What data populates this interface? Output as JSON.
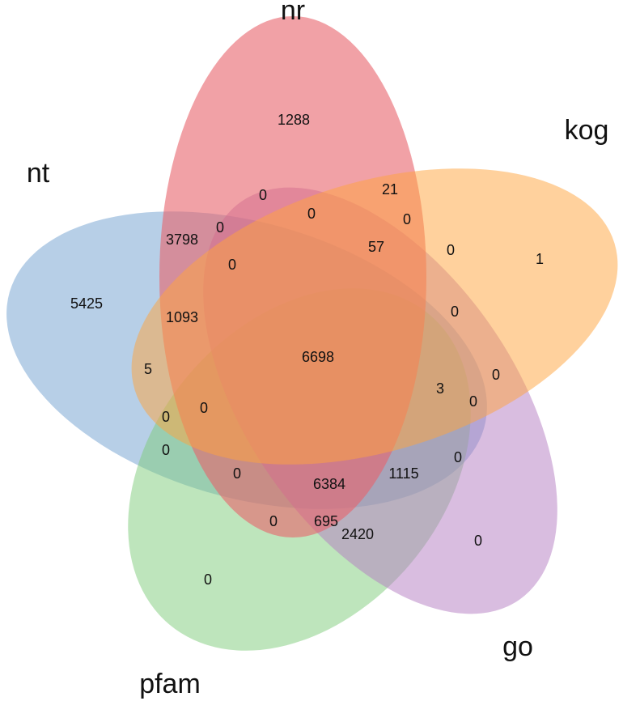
{
  "diagram": {
    "type": "venn-5",
    "sets": [
      {
        "key": "nr",
        "label": "nr",
        "color": "#E8636B"
      },
      {
        "key": "kog",
        "label": "kog",
        "color": "#FFA43C"
      },
      {
        "key": "nt",
        "label": "nt",
        "color": "#6F9FCF"
      },
      {
        "key": "pfam",
        "label": "pfam",
        "color": "#7DCB7A"
      },
      {
        "key": "go",
        "label": "go",
        "color": "#B47CC2"
      }
    ],
    "region_counts": [
      "1288",
      "21",
      "0",
      "0",
      "1",
      "0",
      "0",
      "3798",
      "57",
      "0",
      "5425",
      "0",
      "1093",
      "6698",
      "0",
      "5",
      "3",
      "0",
      "0",
      "0",
      "0",
      "0",
      "6384",
      "1115",
      "0",
      "0",
      "695",
      "2420",
      "0",
      "0"
    ]
  }
}
